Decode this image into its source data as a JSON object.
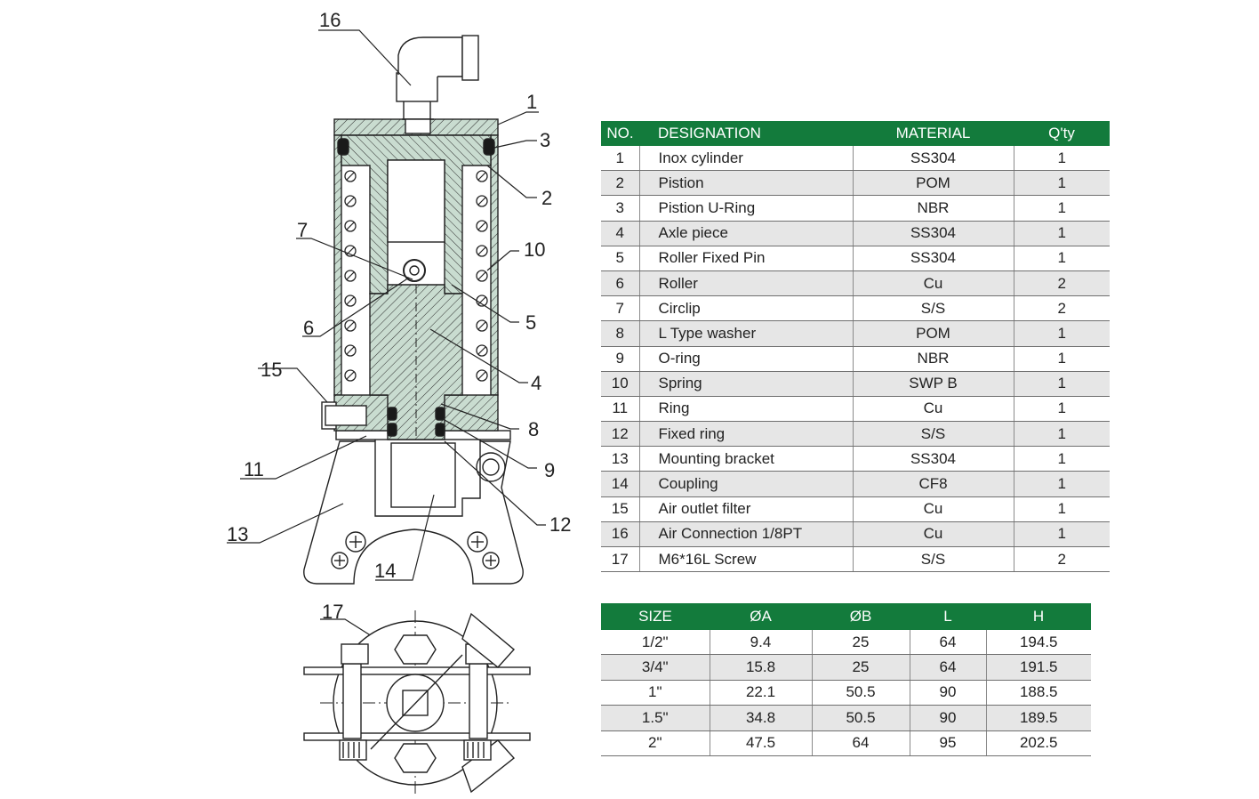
{
  "callouts": [
    "1",
    "2",
    "3",
    "4",
    "5",
    "6",
    "7",
    "8",
    "9",
    "10",
    "11",
    "12",
    "13",
    "14",
    "15",
    "16",
    "17"
  ],
  "parts_table": {
    "headers": {
      "no": "NO.",
      "designation": "DESIGNATION",
      "material": "MATERIAL",
      "qty": "Q'ty"
    },
    "rows": [
      {
        "no": "1",
        "designation": "Inox cylinder",
        "material": "SS304",
        "qty": "1"
      },
      {
        "no": "2",
        "designation": "Pistion",
        "material": "POM",
        "qty": "1"
      },
      {
        "no": "3",
        "designation": "Pistion U-Ring",
        "material": "NBR",
        "qty": "1"
      },
      {
        "no": "4",
        "designation": "Axle piece",
        "material": "SS304",
        "qty": "1"
      },
      {
        "no": "5",
        "designation": "Roller Fixed Pin",
        "material": "SS304",
        "qty": "1"
      },
      {
        "no": "6",
        "designation": "Roller",
        "material": "Cu",
        "qty": "2"
      },
      {
        "no": "7",
        "designation": "Circlip",
        "material": "S/S",
        "qty": "2"
      },
      {
        "no": "8",
        "designation": "L Type washer",
        "material": "POM",
        "qty": "1"
      },
      {
        "no": "9",
        "designation": "O-ring",
        "material": "NBR",
        "qty": "1"
      },
      {
        "no": "10",
        "designation": "Spring",
        "material": "SWP B",
        "qty": "1"
      },
      {
        "no": "11",
        "designation": "Ring",
        "material": "Cu",
        "qty": "1"
      },
      {
        "no": "12",
        "designation": "Fixed ring",
        "material": "S/S",
        "qty": "1"
      },
      {
        "no": "13",
        "designation": "Mounting bracket",
        "material": "SS304",
        "qty": "1"
      },
      {
        "no": "14",
        "designation": "Coupling",
        "material": "CF8",
        "qty": "1"
      },
      {
        "no": "15",
        "designation": "Air outlet filter",
        "material": "Cu",
        "qty": "1"
      },
      {
        "no": "16",
        "designation": "Air Connection 1/8PT",
        "material": "Cu",
        "qty": "1"
      },
      {
        "no": "17",
        "designation": "M6*16L Screw",
        "material": "S/S",
        "qty": "2"
      }
    ]
  },
  "size_table": {
    "headers": [
      "SIZE",
      "ØA",
      "ØB",
      "L",
      "H"
    ],
    "rows": [
      [
        "1/2\"",
        "9.4",
        "25",
        "64",
        "194.5"
      ],
      [
        "3/4\"",
        "15.8",
        "25",
        "64",
        "191.5"
      ],
      [
        "1\"",
        "22.1",
        "50.5",
        "90",
        "188.5"
      ],
      [
        "1.5\"",
        "34.8",
        "50.5",
        "90",
        "189.5"
      ],
      [
        "2\"",
        "47.5",
        "64",
        "95",
        "202.5"
      ]
    ]
  },
  "colors": {
    "header_green": "#137b3c",
    "row_shade": "#e6e6e6"
  }
}
